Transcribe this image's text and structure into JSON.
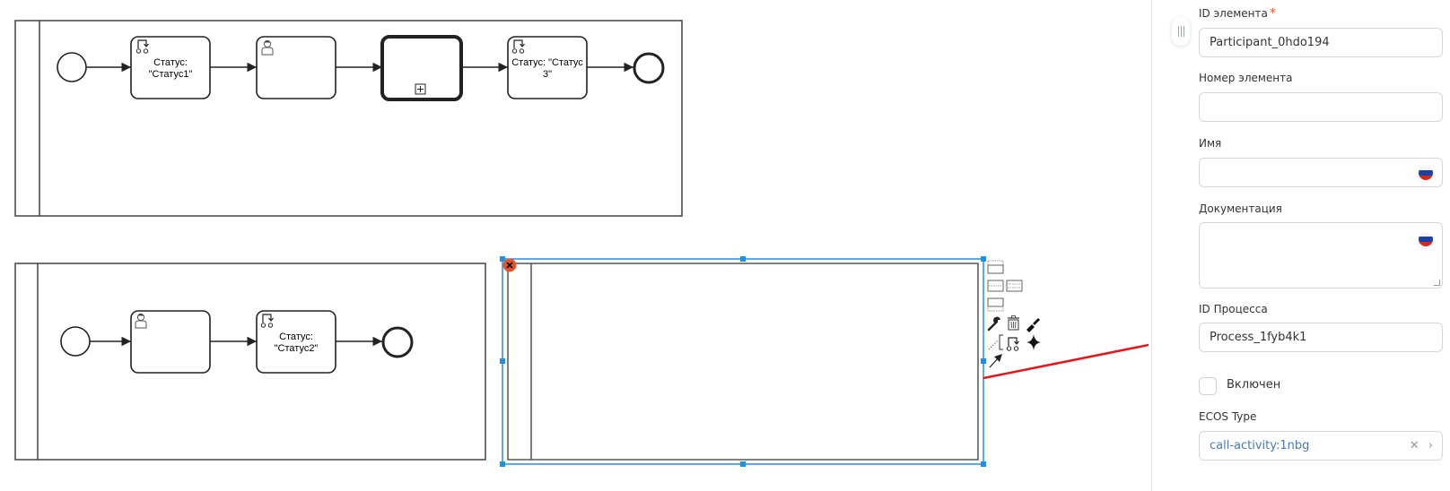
{
  "diagram": {
    "pool1": {
      "tasks": [
        {
          "type": "service",
          "label_line1": "Статус:",
          "label_line2": "\"Статус1\""
        },
        {
          "type": "user",
          "label_line1": "",
          "label_line2": ""
        },
        {
          "type": "collapsed-subprocess",
          "label_line1": "",
          "label_line2": ""
        },
        {
          "type": "service",
          "label_line1": "Статус: \"Статус",
          "label_line2": "3\""
        }
      ]
    },
    "pool2": {
      "tasks": [
        {
          "type": "user",
          "label_line1": "",
          "label_line2": ""
        },
        {
          "type": "service",
          "label_line1": "Статус:",
          "label_line2": "\"Статус2\""
        }
      ]
    },
    "pool3": {
      "selected": true,
      "label": ""
    },
    "context_pad": [
      "lane-above-icon",
      "split-lane-two-icon",
      "split-lane-three-icon",
      "lane-below-icon",
      "wrench-icon",
      "trash-icon",
      "paint-brush-icon",
      "annotation-icon",
      "service-task-icon",
      "sparkle-icon",
      "connect-arrow-icon"
    ],
    "colors": {
      "selection": "#1e90e6",
      "annotation_arrow": "#e8151b",
      "delete_badge": "#e8542a"
    }
  },
  "panel": {
    "fields": {
      "element_id": {
        "label": "ID элемента",
        "required_mark": "*",
        "value": "Participant_0hdo194"
      },
      "element_number": {
        "label": "Номер элемента",
        "value": ""
      },
      "name": {
        "label": "Имя",
        "value": ""
      },
      "documentation": {
        "label": "Документация",
        "value": ""
      },
      "process_id": {
        "label": "ID Процесса",
        "value": "Process_1fyb4k1"
      },
      "enabled": {
        "label": "Включен",
        "checked": false
      },
      "ecos_type": {
        "label": "ECOS Type",
        "value": "call-activity:1nbg",
        "clear_icon": "✕",
        "open_icon": "›"
      }
    }
  }
}
